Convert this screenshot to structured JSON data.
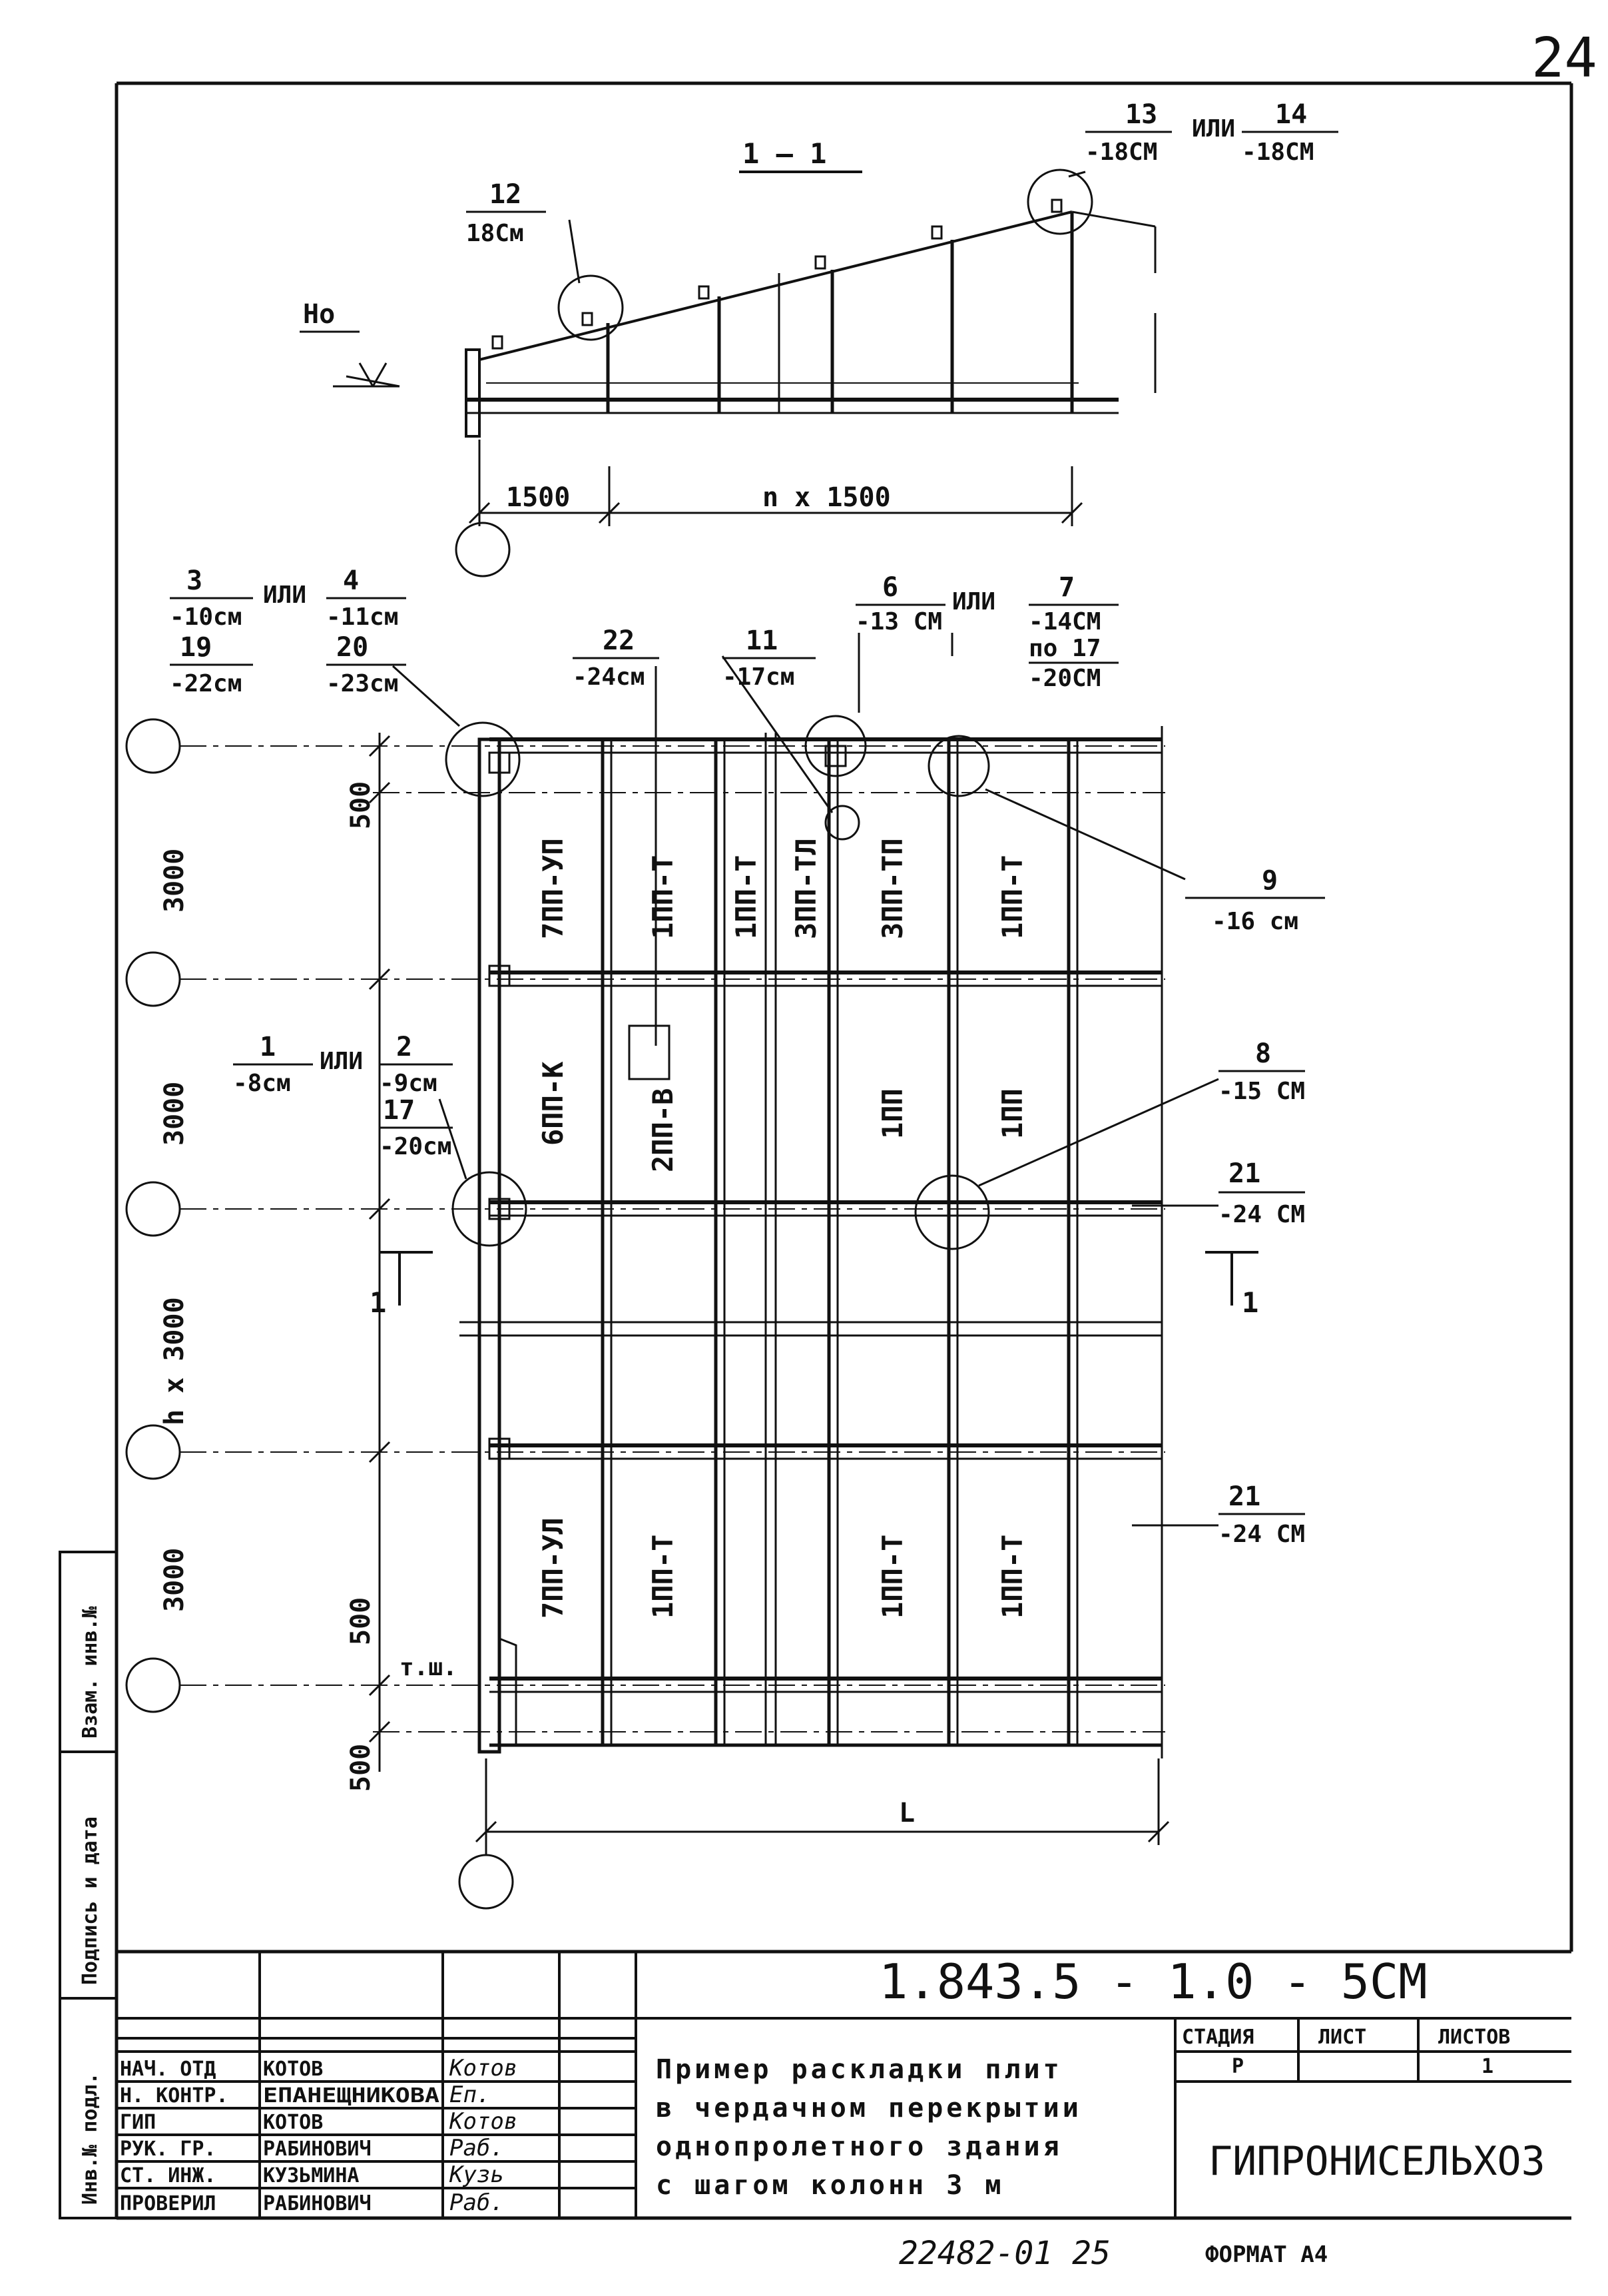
{
  "page_number": "24",
  "bottom_code": "22482-01  25",
  "format_label": "ФОРМАТ А4",
  "section": {
    "title": "1 — 1",
    "label_12": {
      "num": "12",
      "val": "18См"
    },
    "label_13_14": {
      "a": "13",
      "a_val": "-18СМ",
      "or": "ИЛИ",
      "b": "14",
      "b_val": "-18СМ"
    },
    "h0": "Но",
    "dim_1500": "1500",
    "dim_n1500": "n x 1500"
  },
  "plan": {
    "left_labels": {
      "l3": "3",
      "l3v": "-10см",
      "or1": "ИЛИ",
      "l4": "4",
      "l4v": "-11см",
      "l19": "19",
      "l19v": "-22см",
      "l20": "20",
      "l20v": "-23см",
      "l1": "1",
      "l1v": "-8см",
      "or2": "ИЛИ",
      "l2": "2",
      "l2v": "-9см",
      "l17": "17",
      "l17v": "-20см"
    },
    "top_labels": {
      "l22": "22",
      "l22v": "-24см",
      "l11": "11",
      "l11v": "-17см",
      "l6": "6",
      "l6v": "-13 СМ",
      "or": "ИЛИ",
      "l7": "7",
      "l7v": "-14СМ",
      "l7b": "по 17",
      "l7bv": "-20СМ"
    },
    "right_labels": {
      "l9": "9",
      "l9v": "-16 см",
      "l8": "8",
      "l8v": "-15 СМ",
      "l21a": "21",
      "l21av": "-24 СМ",
      "l21b": "21",
      "l21bv": "-24 СМ"
    },
    "dims": {
      "d500a": "500",
      "d3000a": "3000",
      "d3000b": "3000",
      "dh3000": "h x 3000",
      "d3000c": "3000",
      "d500b": "500",
      "d500c": "500",
      "tsh": "т.ш.",
      "L": "L"
    },
    "section_mark": "1",
    "panels_row1": [
      "7ПП-УП",
      "1ПП-Т",
      "1ПП-Т",
      "3ПП-ТЛ",
      "3ПП-ТП",
      "1ПП-Т"
    ],
    "panels_row2": [
      "6ПП-К",
      "2ПП-В",
      "1ПП",
      "1ПП"
    ],
    "panels_row4": [
      "7ПП-УЛ",
      "1ПП-Т",
      "1ПП-Т",
      "1ПП-Т"
    ]
  },
  "side_stamp": {
    "inv_podl": "Инв.№ подл.",
    "podp_data": "Подпись и дата",
    "vzam_inv": "Взам. инв.№"
  },
  "title_block": {
    "roles": [
      "НАЧ. ОТД",
      "Н. КОНТР.",
      "ГИП",
      "РУК. ГР.",
      "СТ. ИНЖ.",
      "ПРОВЕРИЛ"
    ],
    "names": [
      "КОТОВ",
      "ЕПАНЕЩНИКОВА",
      "КОТОВ",
      "РАБИНОВИЧ",
      "КУЗЬМИНА",
      "РАБИНОВИЧ"
    ],
    "signatures": [
      "Котов",
      "Еп.",
      "Котов",
      "Раб.",
      "Кузь",
      "Раб."
    ],
    "doc_code": "1.843.5 - 1.0 - 5СМ",
    "description": [
      "Пример раскладки плит",
      "в чердачном перекрытии",
      "однопролетного здания",
      "с шагом колонн 3 м"
    ],
    "stage_header": "СТАДИЯ",
    "sheet_header": "ЛИСТ",
    "sheets_header": "ЛИСТОВ",
    "stage": "Р",
    "sheets": "1",
    "organization": "ГИПРОНИСЕЛЬХОЗ"
  }
}
